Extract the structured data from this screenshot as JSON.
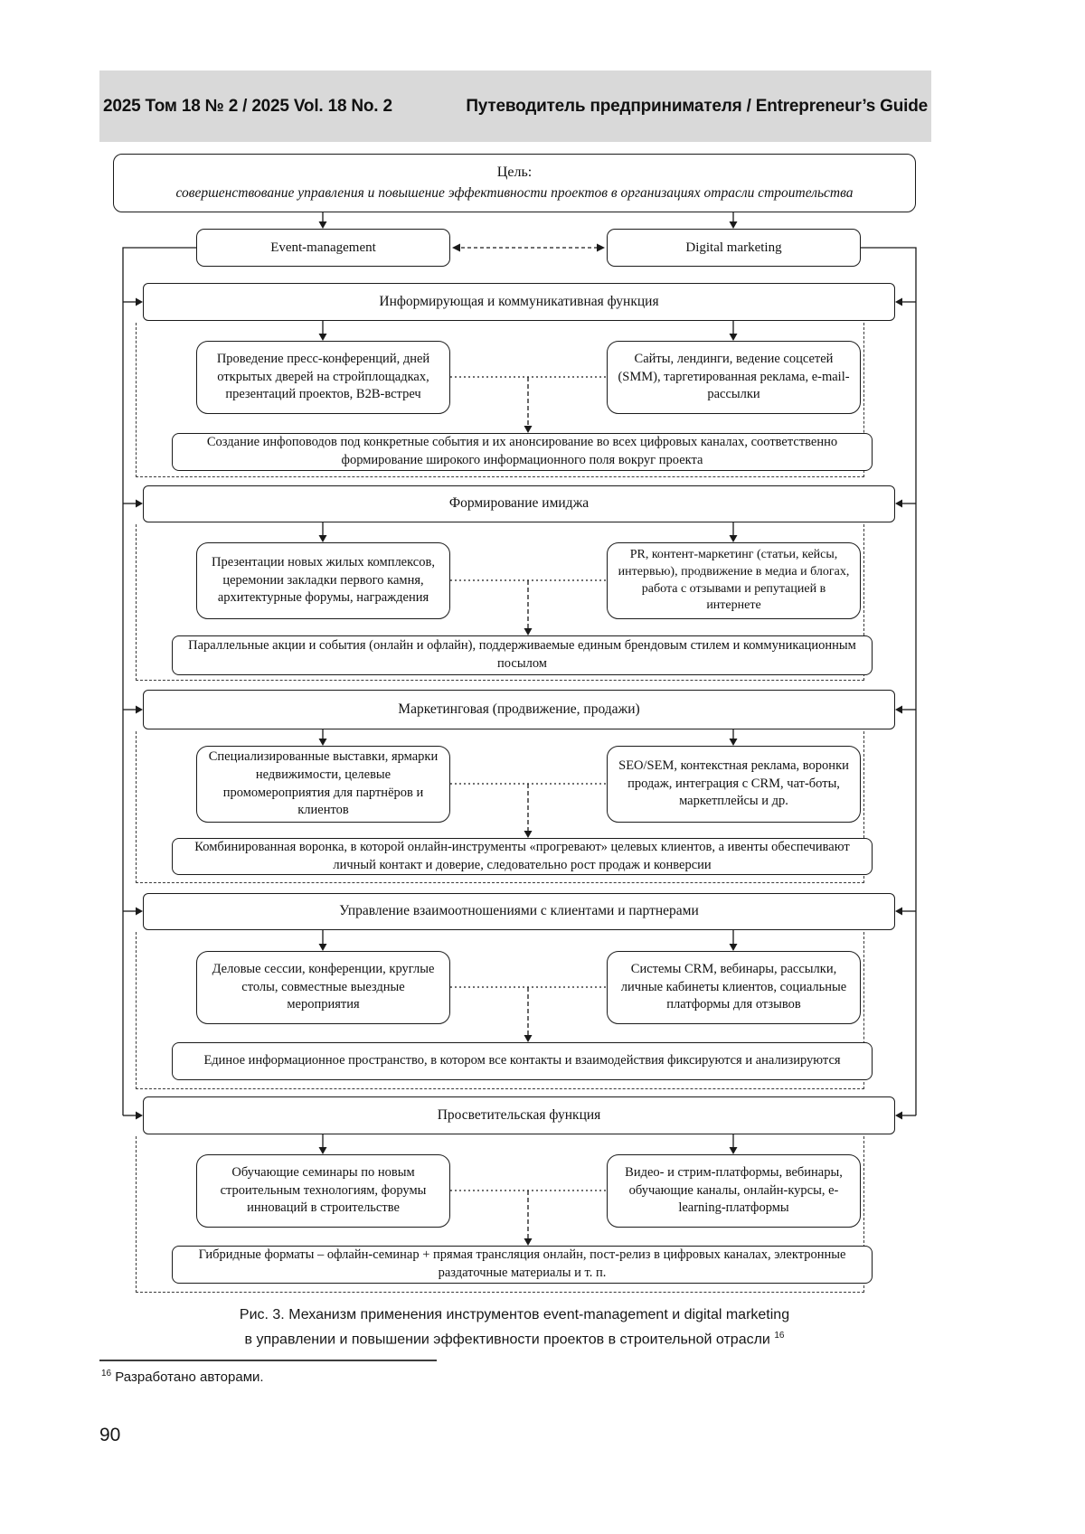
{
  "colors": {
    "header_bg": "#d9d9d9",
    "line": "#1a1a1a"
  },
  "page": {
    "header_left": "2025  Том 18  № 2  /  2025  Vol. 18  No. 2",
    "header_right": "Путеводитель предпринимателя  /  Entrepreneur’s Guide",
    "caption_line1": "Рис. 3. Механизм применения инструментов event-management и digital marketing",
    "caption_line2": "в управлении и повышении эффективности проектов в строительной отрасли",
    "caption_footnote_ref": "16",
    "footnote_ref": "16",
    "footnote_text": "Разработано авторами.",
    "page_number": "90"
  },
  "diagram": {
    "goal": {
      "title": "Цель:",
      "text": "совершенствование управления и повышение эффективности проектов в организациях отрасли строительства"
    },
    "columns": {
      "left": "Event-management",
      "right": "Digital marketing"
    },
    "sections": [
      {
        "banner": "Информирующая и коммуникативная функция",
        "left": "Проведение пресс-конференций, дней открытых дверей на стройплощадках, презентаций проектов, B2B-встреч",
        "right": "Сайты, лендинги, ведение соцсетей (SMM), таргетированная реклама, e-mail-рассылки",
        "summary": "Создание инфоповодов под конкретные события и их анонсирование во всех цифровых каналах, соответственно формирование широкого информационного поля вокруг проекта"
      },
      {
        "banner": "Формирование имиджа",
        "left": "Презентации новых жилых комплексов, церемонии закладки первого камня, архитектурные форумы, награждения",
        "right": "PR, контент-маркетинг (статьи, кейсы, интервью), продвижение в медиа и блогах, работа с отзывами и репутацией в интернете",
        "summary": "Параллельные акции и события (онлайн и офлайн), поддерживаемые единым брендовым стилем и коммуникационным посылом"
      },
      {
        "banner": "Маркетинговая (продвижение, продажи)",
        "left": "Специализированные выставки, ярмарки недвижимости, целевые промомероприятия для партнёров и клиентов",
        "right": "SEO/SEM, контекстная реклама, воронки продаж, интеграция с CRM, чат-боты, маркетплейсы и др.",
        "summary": "Комбинированная воронка, в которой онлайн-инструменты «прогревают» целевых клиентов, а ивенты обеспечивают личный контакт и доверие, следовательно рост продаж и конверсии"
      },
      {
        "banner": "Управление взаимоотношениями с клиентами и партнерами",
        "left": "Деловые сессии, конференции, круглые столы, совместные выездные мероприятия",
        "right": "Системы CRM, вебинары, рассылки, личные кабинеты клиентов, социальные платформы для отзывов",
        "summary": "Единое информационное пространство, в котором все контакты и взаимодействия фиксируются и анализируются"
      },
      {
        "banner": "Просветительская функция",
        "left": "Обучающие семинары по новым строительным технологиям, форумы инноваций в строительстве",
        "right": "Видео- и стрим-платформы, вебинары, обучающие каналы, онлайн-курсы, e-learning-платформы",
        "summary": "Гибридные форматы – офлайн-семинар + прямая трансляция онлайн, пост-релиз в цифровых каналах, электронные раздаточные материалы и т. п."
      }
    ]
  }
}
